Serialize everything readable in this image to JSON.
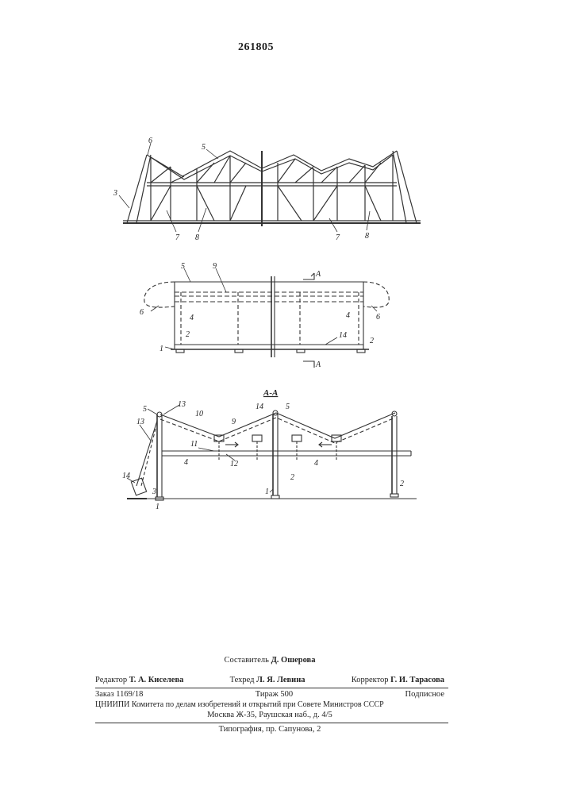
{
  "patent_number": "261805",
  "figure1": {
    "labels": [
      "6",
      "5",
      "3",
      "7",
      "8",
      "7",
      "8"
    ]
  },
  "figure2": {
    "labels": [
      "5",
      "9",
      "A",
      "6",
      "4",
      "2",
      "4",
      "6",
      "2",
      "1",
      "14",
      "A"
    ]
  },
  "figure3": {
    "section_title": "А-А",
    "labels": [
      "5",
      "13",
      "10",
      "9",
      "14",
      "5",
      "13",
      "11",
      "12",
      "4",
      "4",
      "2",
      "14",
      "3",
      "1",
      "1",
      "2"
    ]
  },
  "imprint": {
    "compiler": {
      "label": "Составитель",
      "name": "Д. Ошерова"
    },
    "editor": {
      "label": "Редактор",
      "name": "Т. А. Киселева"
    },
    "techred": {
      "label": "Техред",
      "name": "Л. Я. Левина"
    },
    "corrector": {
      "label": "Корректор",
      "name": "Г. И. Тарасова"
    },
    "order": "Заказ 1169/18",
    "circulation": "Тираж 500",
    "subscription": "Подписное",
    "institute": "ЦНИИПИ Комитета по делам изобретений и открытий при Совете Министров СССР",
    "address": "Москва Ж-35, Раушская наб., д. 4/5",
    "printer": "Типография, пр. Сапунова, 2"
  }
}
